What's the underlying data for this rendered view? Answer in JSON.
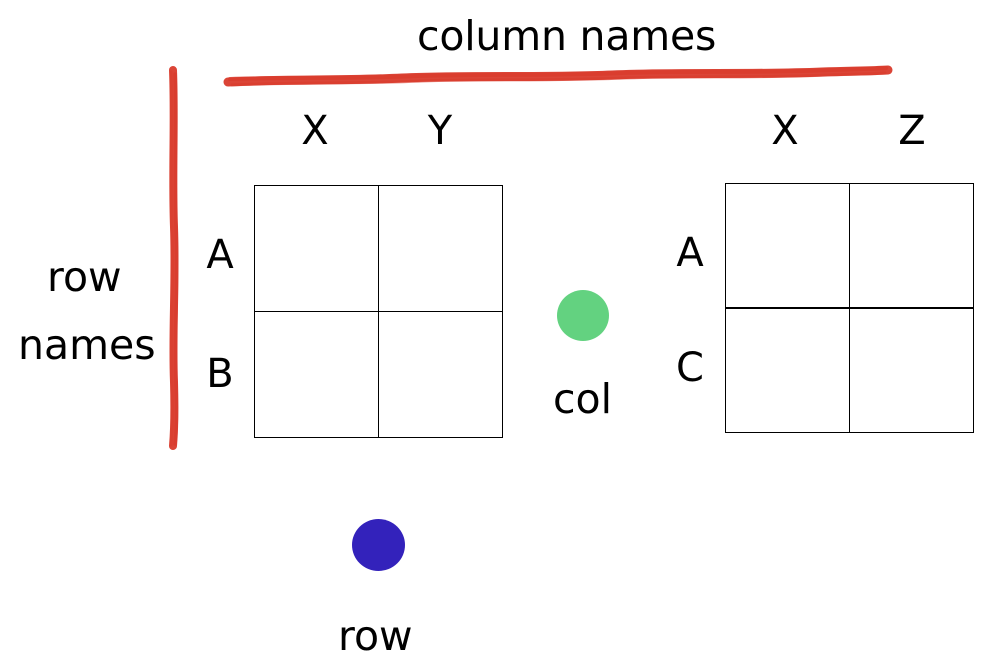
{
  "diagram": {
    "title_column_names": "column names",
    "title_row_names_line1": "row",
    "title_row_names_line2": "names",
    "marker_color": "#d93b2c",
    "grid_line_color": "#000000"
  },
  "tables": [
    {
      "id": "left",
      "column_headers": [
        "X",
        "Y"
      ],
      "row_headers": [
        "A",
        "B"
      ],
      "cells": [
        [
          "",
          ""
        ],
        [
          "",
          ""
        ]
      ]
    },
    {
      "id": "right",
      "column_headers": [
        "X",
        "Z"
      ],
      "row_headers": [
        "A",
        "C"
      ],
      "cells": [
        [
          "",
          ""
        ],
        [
          "",
          ""
        ]
      ]
    }
  ],
  "legend": [
    {
      "key": "col",
      "label": "col",
      "color": "#63d280",
      "shape": "circle"
    },
    {
      "key": "row",
      "label": "row",
      "color": "#3322bb",
      "shape": "circle"
    }
  ]
}
